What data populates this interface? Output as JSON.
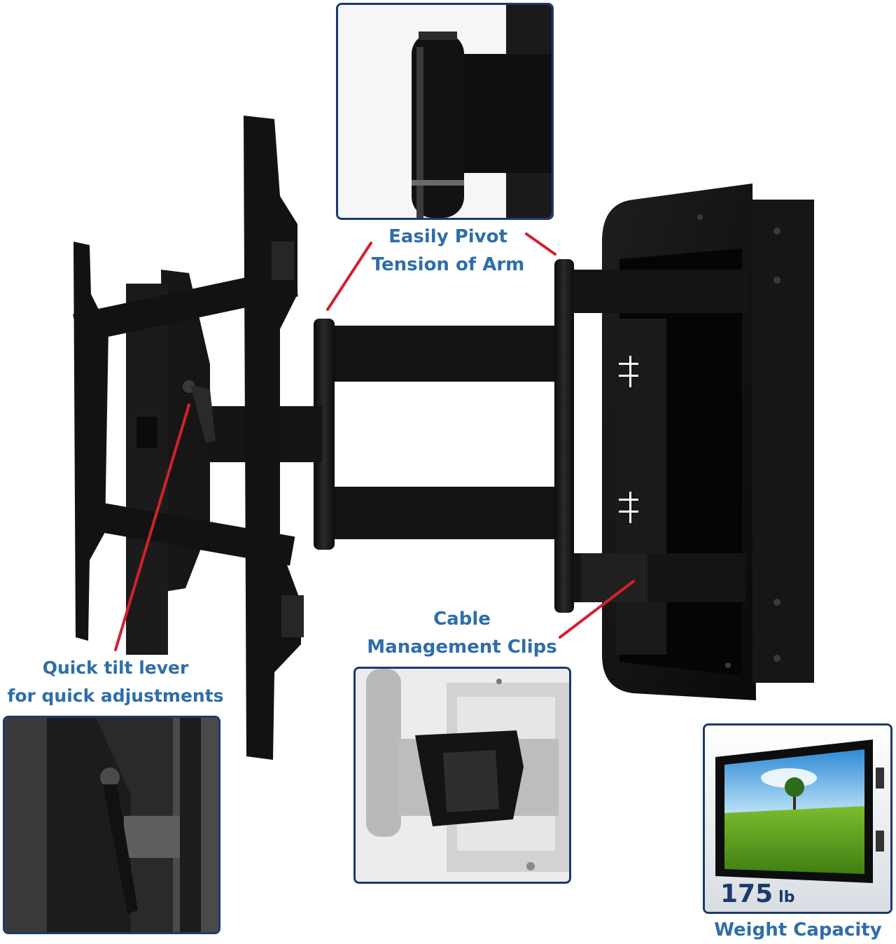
{
  "labels": {
    "pivot_line1": "Easily Pivot",
    "pivot_line2": "Tension of Arm",
    "cable_line1": "Cable",
    "cable_line2": "Management Clips",
    "tilt_line1": "Quick tilt lever",
    "tilt_line2": "for quick adjustments",
    "weight_value": "175",
    "weight_unit": "lb",
    "weight_caption": "Weight Capacity"
  },
  "colors": {
    "label_text": "#2f6ea8",
    "callout_border": "#1b3a6b",
    "pointer_line": "#d4202c",
    "mount_black": "#141414"
  }
}
